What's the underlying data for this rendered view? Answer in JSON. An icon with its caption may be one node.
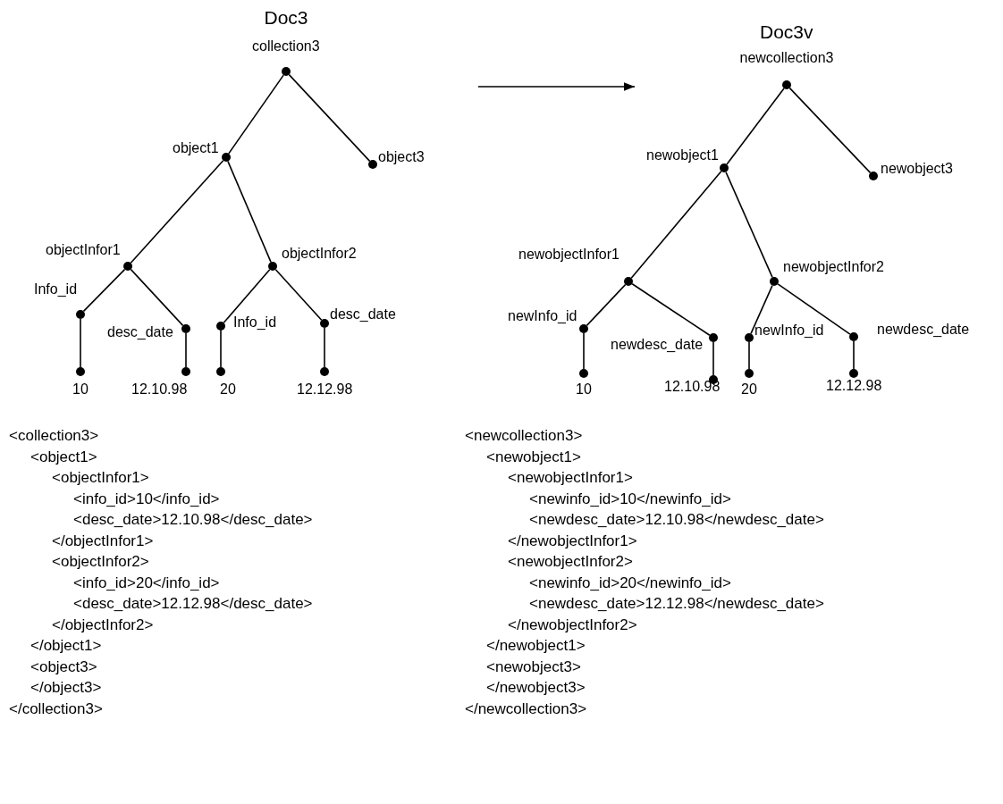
{
  "diagram": {
    "nodes": [
      {
        "text": [],
        "shape": "circle",
        "beside": [
          "collection3"
        ]
      },
      {
        "text": [],
        "shape": "circle",
        "beside": [
          "object1"
        ]
      },
      {
        "text": [],
        "shape": "circle",
        "beside": [
          "object3"
        ]
      },
      {
        "text": [],
        "shape": "circle",
        "beside": [
          "objectInfor1"
        ]
      },
      {
        "text": [],
        "shape": "circle",
        "beside": [
          "objectInfor2"
        ]
      },
      {
        "text": [],
        "shape": "circle",
        "beside": [
          "Info_id"
        ]
      },
      {
        "text": [],
        "shape": "circle",
        "beside": [
          "desc_date"
        ]
      },
      {
        "text": [],
        "shape": "circle",
        "beside": [
          "Info_id"
        ]
      },
      {
        "text": [],
        "shape": "circle",
        "beside": [
          "desc_date"
        ]
      },
      {
        "text": [],
        "shape": "circle",
        "beside": [
          "10"
        ]
      },
      {
        "text": [],
        "shape": "circle",
        "beside": [
          "12.10.98"
        ]
      },
      {
        "text": [],
        "shape": "circle",
        "beside": [
          "20"
        ]
      },
      {
        "text": [],
        "shape": "circle",
        "beside": [
          "12.12.98"
        ]
      },
      {
        "text": [],
        "shape": "circle",
        "beside": [
          "newcollection3"
        ]
      },
      {
        "text": [],
        "shape": "circle",
        "beside": [
          "newobject1"
        ]
      },
      {
        "text": [],
        "shape": "circle",
        "beside": [
          "newobject3"
        ]
      },
      {
        "text": [],
        "shape": "circle",
        "beside": [
          "newobjectInfor1"
        ]
      },
      {
        "text": [],
        "shape": "circle",
        "beside": [
          "newobjectInfor2"
        ]
      },
      {
        "text": [],
        "shape": "circle",
        "beside": [
          "newInfo_id"
        ]
      },
      {
        "text": [],
        "shape": "circle",
        "beside": [
          "newdesc_date"
        ]
      },
      {
        "text": [],
        "shape": "circle",
        "beside": [
          "newInfo_id"
        ]
      },
      {
        "text": [],
        "shape": "circle",
        "beside": [
          "newdesc_date"
        ]
      },
      {
        "text": [],
        "shape": "circle",
        "beside": [
          "10"
        ]
      },
      {
        "text": [],
        "shape": "circle",
        "beside": [
          "12.10.98"
        ]
      },
      {
        "text": [],
        "shape": "circle",
        "beside": [
          "20"
        ]
      },
      {
        "text": [],
        "shape": "circle",
        "beside": [
          "12.12.98"
        ]
      }
    ],
    "edges": [
      {
        "from": 0,
        "to": 1,
        "arrow": "none"
      },
      {
        "from": 0,
        "to": 2,
        "arrow": "none"
      },
      {
        "from": 1,
        "to": 3,
        "arrow": "none"
      },
      {
        "from": 1,
        "to": 4,
        "arrow": "none"
      },
      {
        "from": 3,
        "to": 5,
        "arrow": "none"
      },
      {
        "from": 3,
        "to": 6,
        "arrow": "none"
      },
      {
        "from": 4,
        "to": 7,
        "arrow": "none"
      },
      {
        "from": 4,
        "to": 8,
        "arrow": "none"
      },
      {
        "from": 5,
        "to": 9,
        "arrow": "none"
      },
      {
        "from": 6,
        "to": 10,
        "arrow": "none"
      },
      {
        "from": 7,
        "to": 11,
        "arrow": "none"
      },
      {
        "from": 8,
        "to": 12,
        "arrow": "none"
      },
      {
        "from": 13,
        "to": 14,
        "arrow": "none"
      },
      {
        "from": 13,
        "to": 15,
        "arrow": "none"
      },
      {
        "from": 14,
        "to": 16,
        "arrow": "none"
      },
      {
        "from": 14,
        "to": 17,
        "arrow": "none"
      },
      {
        "from": 16,
        "to": 18,
        "arrow": "none"
      },
      {
        "from": 16,
        "to": 19,
        "arrow": "none"
      },
      {
        "from": 17,
        "to": 20,
        "arrow": "none"
      },
      {
        "from": 17,
        "to": 21,
        "arrow": "none"
      },
      {
        "from": 18,
        "to": 22,
        "arrow": "none"
      },
      {
        "from": 19,
        "to": 23,
        "arrow": "none"
      },
      {
        "from": 20,
        "to": 24,
        "arrow": "none"
      },
      {
        "from": 21,
        "to": 25,
        "arrow": "none"
      }
    ],
    "labels": [
      "Doc3",
      "Doc3v",
      "<collection3>",
      "<object1>",
      "<objectInfor1>",
      "<info_id>10</info_id>",
      "<desc_date>12.10.98</desc_date>",
      "</objectInfor1>",
      "<objectInfor2>",
      "<info_id>20</info_id>",
      "<desc_date>12.12.98</desc_date>",
      "</objectInfor2>",
      "</object1>",
      "<object3>",
      "</object3>",
      "</collection3>",
      "<newcollection3>",
      "<newobject1>",
      "<newobjectInfor1>",
      "<newinfo_id>10</newinfo_id>",
      "<newdesc_date>12.10.98</newdesc_date>",
      "</newobjectInfor1>",
      "<newobjectInfor2>",
      "<newinfo_id>20</newinfo_id>",
      "<newdesc_date>12.12.98</newdesc_date>",
      "</newobjectInfor2>",
      "</newobject1>",
      "<newobject3>",
      "</newobject3>",
      "</newcollection3>"
    ]
  }
}
